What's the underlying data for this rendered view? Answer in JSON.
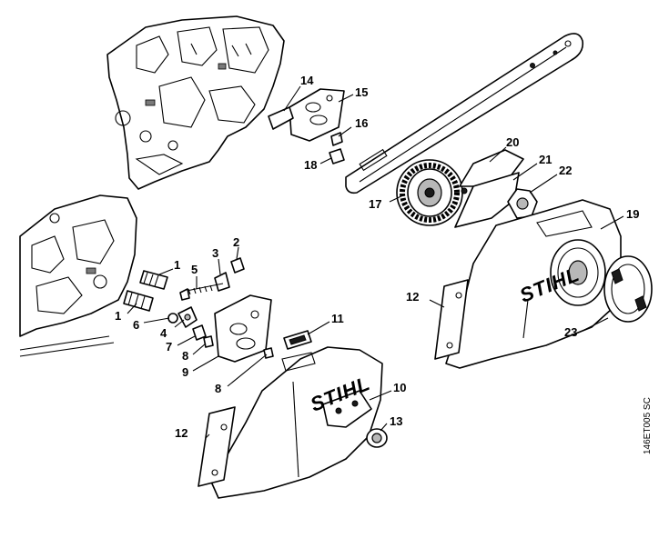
{
  "brand_text": "STIHL",
  "doc_ref": "146ET005 SC",
  "labels": {
    "l1a": "1",
    "l1b": "1",
    "l2": "2",
    "l3": "3",
    "l4": "4",
    "l5": "5",
    "l6": "6",
    "l7": "7",
    "l8a": "8",
    "l8b": "8",
    "l9": "9",
    "l10": "10",
    "l11": "11",
    "l12a": "12",
    "l12b": "12",
    "l13": "13",
    "l14": "14",
    "l15": "15",
    "l16": "16",
    "l17": "17",
    "l18": "18",
    "l19": "19",
    "l20": "20",
    "l21": "21",
    "l22": "22",
    "l23": "23"
  }
}
